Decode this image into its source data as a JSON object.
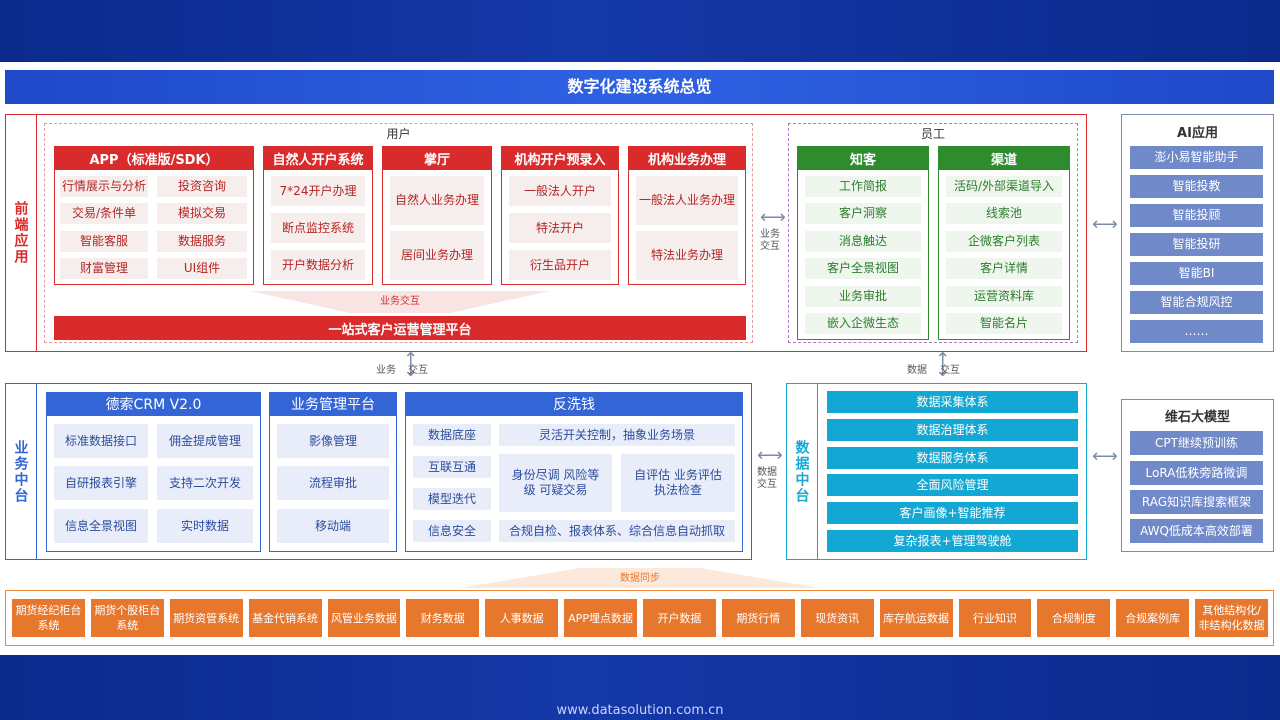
{
  "title": "数字化建设系统总览",
  "footer": "www.datasolution.com.cn",
  "front": {
    "side_label": "前端应用",
    "users_label": "用户",
    "staff_label": "员工",
    "app": {
      "title": "APP（标准版/SDK）",
      "items": [
        "行情展示与分析",
        "投资咨询",
        "交易/条件单",
        "模拟交易",
        "智能客服",
        "数据服务",
        "财富管理",
        "UI组件"
      ]
    },
    "natural": {
      "title": "自然人开户系统",
      "items": [
        "7*24开户办理",
        "断点监控系统",
        "开户数据分析"
      ]
    },
    "hall": {
      "title": "掌厅",
      "items": [
        "自然人业务办理",
        "居间业务办理"
      ]
    },
    "org_open": {
      "title": "机构开户预录入",
      "items": [
        "一般法人开户",
        "特法开户",
        "衍生品开户"
      ]
    },
    "org_biz": {
      "title": "机构业务办理",
      "items": [
        "一般法人业务办理",
        "特法业务办理"
      ]
    },
    "biz_interaction": "业务交互",
    "platform": "一站式客户运营管理平台",
    "zhike": {
      "title": "知客",
      "items": [
        "工作简报",
        "客户洞察",
        "消息触达",
        "客户全景视图",
        "业务审批",
        "嵌入企微生态"
      ]
    },
    "channel": {
      "title": "渠道",
      "items": [
        "活码/外部渠道导入",
        "线索池",
        "企微客户列表",
        "客户详情",
        "运营资料库",
        "智能名片"
      ]
    },
    "mid_conn": [
      "业务",
      "交互"
    ]
  },
  "ai": {
    "title": "AI应用",
    "items": [
      "澎小易智能助手",
      "智能投教",
      "智能投顾",
      "智能投研",
      "智能BI",
      "智能合规风控",
      "……"
    ]
  },
  "conn_left": [
    "业务",
    "交互"
  ],
  "conn_right": [
    "数据",
    "交互"
  ],
  "middle": {
    "side_label": "业务中台",
    "crm": {
      "title": "德索CRM V2.0",
      "items": [
        "标准数据接口",
        "佣金提成管理",
        "自研报表引擎",
        "支持二次开发",
        "信息全景视图",
        "实时数据"
      ]
    },
    "bmp": {
      "title": "业务管理平台",
      "items": [
        "影像管理",
        "流程审批",
        "移动端"
      ]
    },
    "aml": {
      "title": "反洗钱",
      "left": [
        "数据底座",
        "互联互通",
        "模型迭代",
        "信息安全"
      ],
      "r1": "灵活开关控制，抽象业务场景",
      "r2a": "身份尽调 风险等级 可疑交易",
      "r2b": "自评估 业务评估 执法检查",
      "r3": "合规自检、报表体系、综合信息自动抓取"
    },
    "data_conn": [
      "数据",
      "交互"
    ]
  },
  "data_mid": {
    "side_label": "数据中台",
    "items": [
      "数据采集体系",
      "数据治理体系",
      "数据服务体系",
      "全面风险管理",
      "客户画像+智能推荐",
      "复杂报表+管理驾驶舱"
    ]
  },
  "model": {
    "title": "维石大模型",
    "items": [
      "CPT继续预训练",
      "LoRA低秩旁路微调",
      "RAG知识库搜索框架",
      "AWQ低成本高效部署"
    ]
  },
  "sync": "数据同步",
  "sources": [
    "期货经纪柜台系统",
    "期货个股柜台系统",
    "期货资管系统",
    "基金代销系统",
    "风管业务数据",
    "财务数据",
    "人事数据",
    "APP埋点数据",
    "开户数据",
    "期货行情",
    "现货资讯",
    "库存航运数据",
    "行业知识",
    "合规制度",
    "合规案例库",
    "其他结构化/非结构化数据"
  ],
  "colors": {
    "red": "#d92b2b",
    "green": "#2e8b2e",
    "blue": "#3465d6",
    "cyan": "#13a8d3",
    "orange": "#e8772e",
    "ai": "#7089c9"
  }
}
